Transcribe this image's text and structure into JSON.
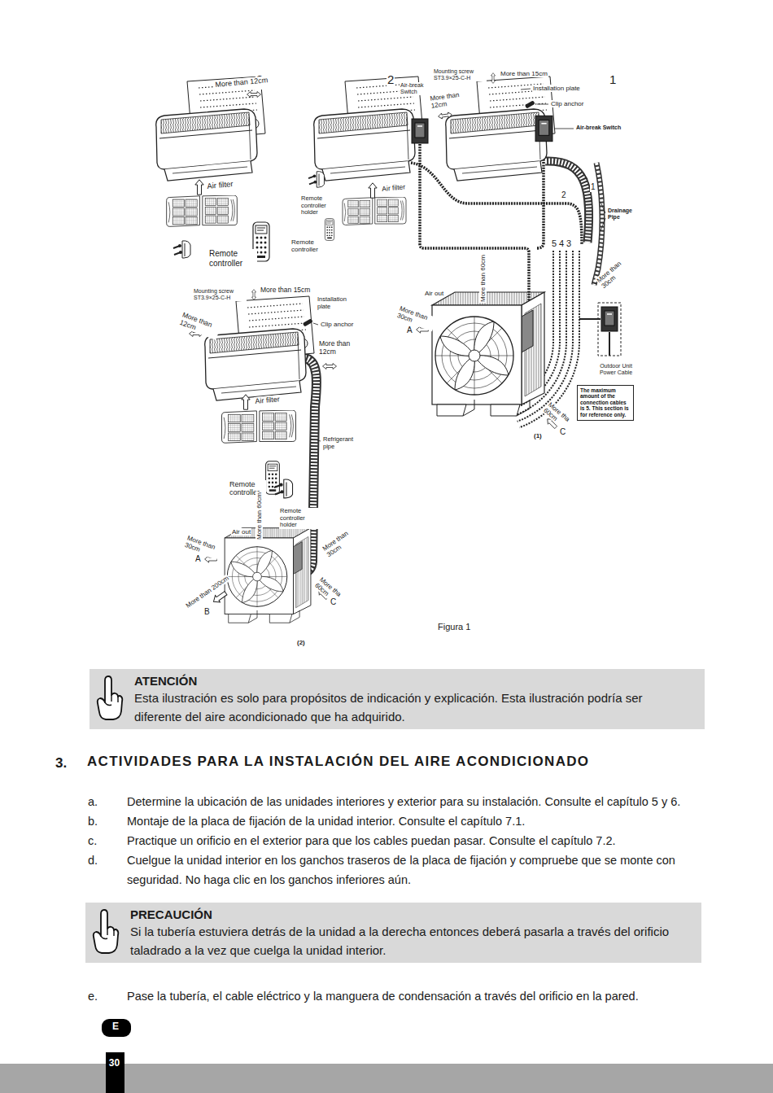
{
  "diagram": {
    "title": "ACTIVIDADES PARA LA INSTALACIÓN DEL AIRE ACONDICIONADO",
    "caption": "Figura 1",
    "nodes": [
      {
        "text": [
          "The maximum amount of the connection cables is 5. This section is for reference only."
        ]
      },
      {
        "text": [
          "ATENCIÓN",
          "Esta ilustración es solo para propósitos de indicación y explicación. Esta ilustración podría ser diferente del aire acondicionado que ha adquirido."
        ]
      },
      {
        "text": [
          "PRECAUCIÓN",
          "Si la tubería estuviera detrás de la unidad a la derecha entonces deberá pasarla a través del orificio taladrado a la vez que cuelga la unidad interior."
        ]
      },
      {
        "text": [
          "E"
        ]
      },
      {
        "text": [
          "30"
        ]
      }
    ],
    "labels": [
      "3",
      "More than 12cm",
      "2",
      "Mounting screw ST3.9×25-C-H",
      "More than 15cm",
      "1",
      "Air-break Switch",
      "Installation plate",
      "More than 12cm",
      "Clip anchor",
      "Air-break Switch",
      "Air filter",
      "Air filter",
      "1",
      "Remote controller holder",
      "2",
      "Drainage Pipe",
      "5",
      "4",
      "3",
      "Remote controller",
      "Remote controller",
      "More than 30cm",
      "More than 60cm",
      "Mounting screw ST3.9×25-C-H",
      "More than 15cm",
      "Air out",
      "Installation plate",
      "More than 30cm",
      "More than 12cm",
      "Clip anchor",
      "A",
      "More than 12cm",
      "Outdoor Unit Power Cable",
      "Air filter",
      "More tha 60cm",
      "C",
      "(1)",
      "Refrigerant pipe",
      "Remote controller",
      "Remote controller holder",
      "More than 60cm",
      "Air out",
      "More than 30cm",
      "More than 30cm",
      "A",
      "More tha 60cm",
      "More than 200cm",
      "C",
      "B",
      "(2)",
      "3.",
      "a.",
      "Determine la ubicación de las unidades interiores y exterior para su instalación. Consulte el capítulo 5 y 6.",
      "b.",
      "Montaje de la placa de fijación de la unidad interior. Consulte el capítulo 7.1.",
      "c.",
      "Practique un orificio en el exterior para que los cables puedan pasar. Consulte el capítulo 7.2.",
      "d.",
      "Cuelgue la unidad interior en los ganchos traseros de la placa de fijación y compruebe que se monte con seguridad. No haga clic en los ganchos inferiores aún.",
      "e.",
      "Pase la tubería, el cable eléctrico y la manguera de condensación a través del orificio en la pared."
    ]
  }
}
